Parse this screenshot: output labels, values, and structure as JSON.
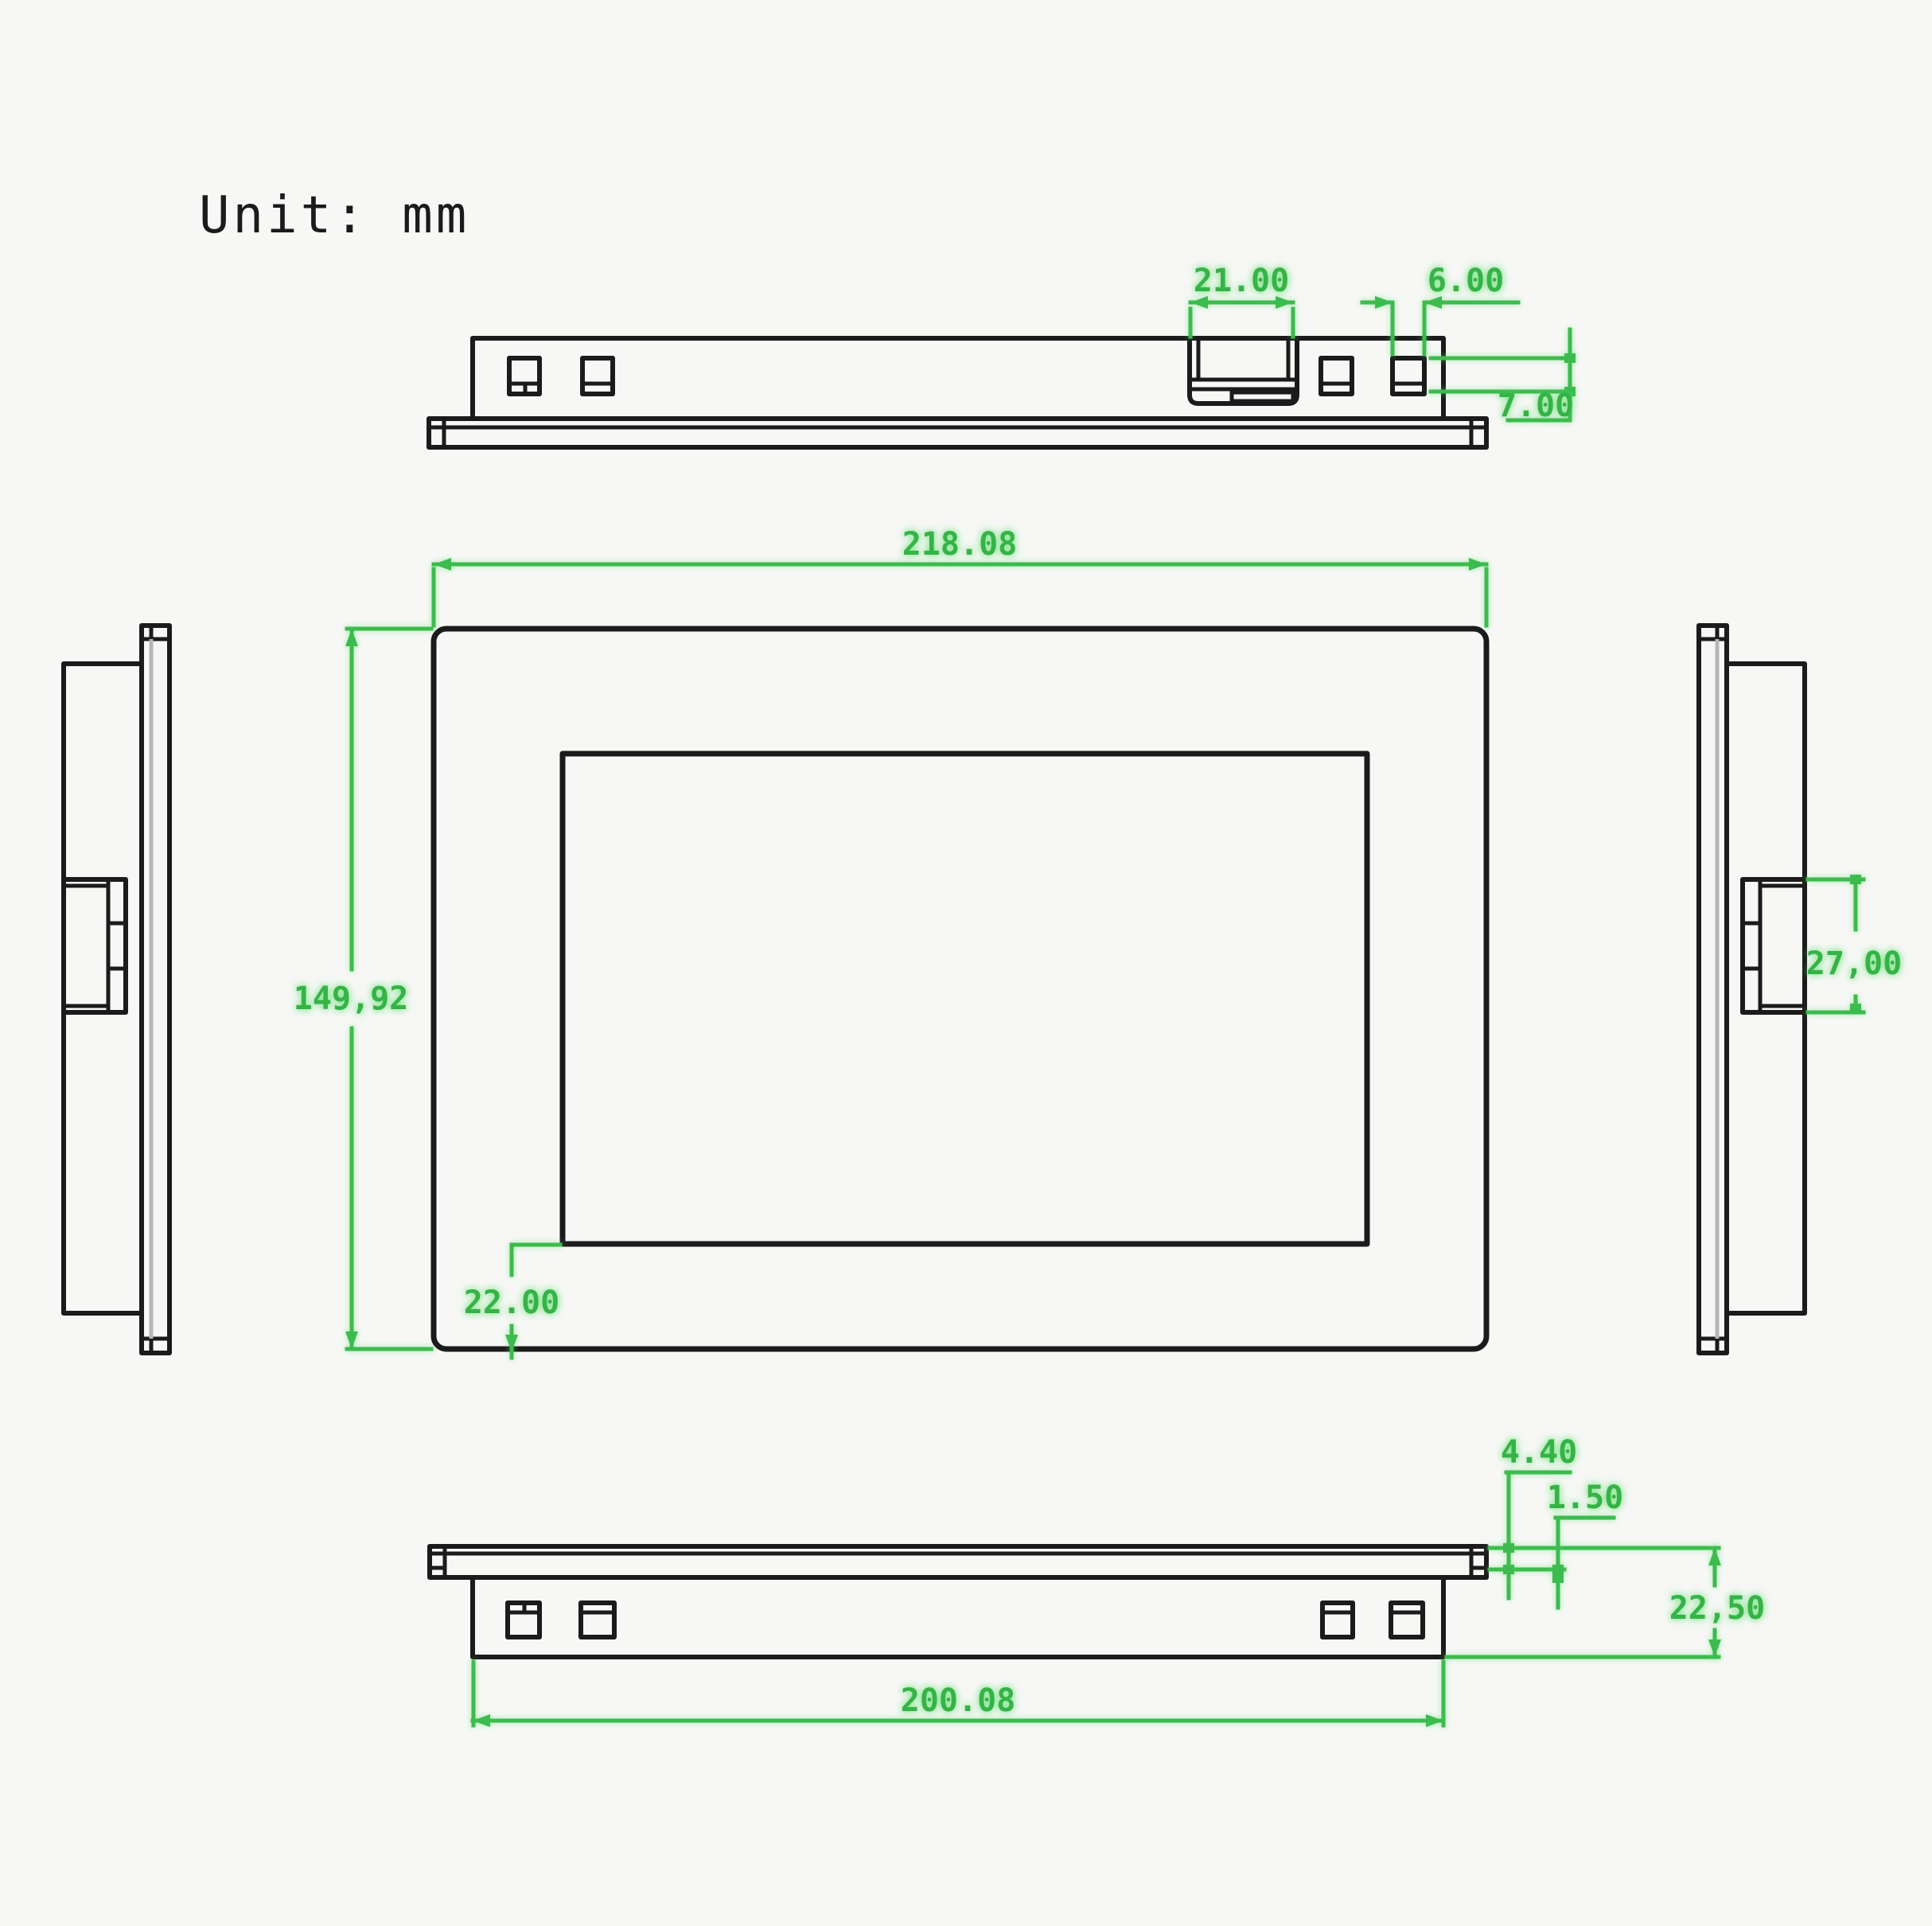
{
  "title": "Unit: mm",
  "colors": {
    "dimension_green": "#3cbb4e",
    "outline_black": "#1b1b1b",
    "background": "#f7f8f6",
    "glass_gray": "#b6b6b6"
  },
  "views": {
    "top_profile": {
      "dims": {
        "usb_connector_width": "21.00",
        "small_connector_width": "6.00",
        "connector_height": "7.00"
      }
    },
    "front": {
      "dims": {
        "overall_width": "218.08",
        "overall_height": "149,92",
        "screen_bottom_margin": "22.00"
      }
    },
    "right_profile": {
      "dims": {
        "side_connector_height": "27,00"
      }
    },
    "bottom_profile": {
      "dims": {
        "panel_thickness": "4.40",
        "glass_thickness": "1.50",
        "total_depth": "22,50",
        "board_width": "200.08"
      }
    }
  }
}
